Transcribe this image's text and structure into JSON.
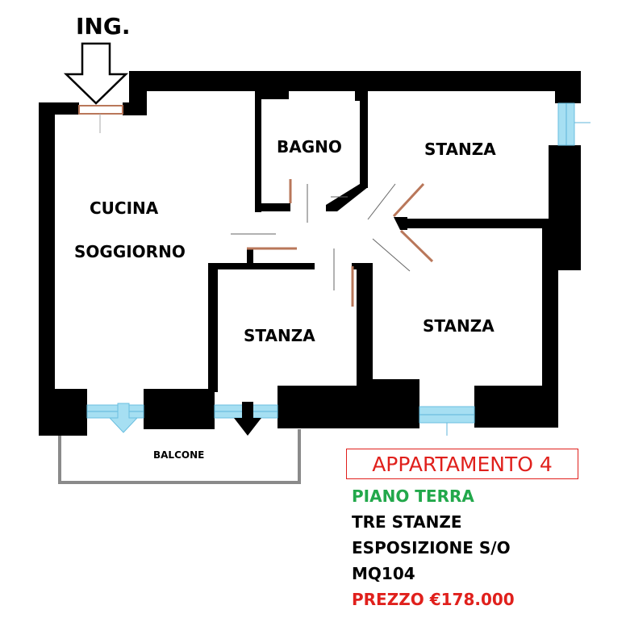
{
  "entrance_label": "ING.",
  "rooms": {
    "bagno": "BAGNO",
    "stanza_top_right": "STANZA",
    "cucina": "CUCINA",
    "soggiorno": "SOGGIORNO",
    "stanza_center": "STANZA",
    "stanza_right": "STANZA",
    "balcone": "BALCONE"
  },
  "listing": {
    "title": "APPARTAMENTO 4",
    "floor": "PIANO TERRA",
    "rooms": "TRE STANZE",
    "exposure": "ESPOSIZIONE S/O",
    "area": "MQ104",
    "price": "PREZZO €178.000"
  },
  "colors": {
    "wall": "#000000",
    "window": "#a6dff2",
    "door": "#b9775a",
    "title": "#e0201c",
    "floor_text": "#22a84b",
    "price_text": "#e0201c",
    "balcony_outline": "#8a8a8a"
  }
}
